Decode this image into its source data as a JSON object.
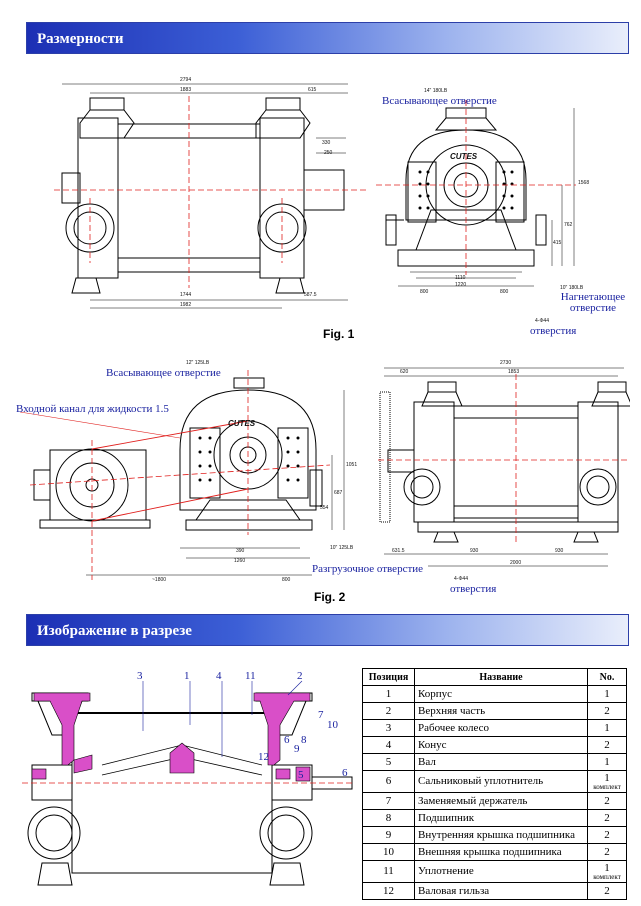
{
  "sections": {
    "dimensions_title": "Размерности",
    "section_view_title": "Изображение в разрезе"
  },
  "figures": {
    "fig1": "Fig. 1",
    "fig2": "Fig. 2"
  },
  "fig1": {
    "suction_size": "14\" 180LB",
    "suction_label": "Всасывающее отверстие",
    "discharge_size": "10\" 180LB",
    "discharge_label": "Нагнетающее отверстие",
    "holes_size": "4-Φ44",
    "holes_label": "отверстия",
    "brand": "CUTES",
    "dim_top_overall": "2794",
    "dim_top_inner": "1883",
    "dim_top_right": "615",
    "dim_shaft1": "330",
    "dim_shaft2": "250",
    "dim_bottom1": "1744",
    "dim_bottom2": "587.5",
    "dim_bottom3": "1982",
    "dim_side_1110": "1110",
    "dim_side_1220": "1220",
    "dim_side_800a": "800",
    "dim_side_800b": "800",
    "dim_height": "1568",
    "dim_762": "762",
    "dim_415": "415"
  },
  "fig2": {
    "suction_size": "12\" 125LB",
    "suction_label": "Всасывающее отверстие",
    "inlet_label": "Входной канал для жидкости 1.5",
    "drain_size": "10\" 125LB",
    "drain_label": "Разгрузочное отверстие",
    "holes_size": "4-Φ44",
    "holes_label": "отверстия",
    "brand": "CUTES",
    "dim_top_overall": "2730",
    "dim_top_left": "620",
    "dim_top_inner": "1853",
    "dim_390": "390",
    "dim_1260": "1260",
    "dim_1800": "~1800",
    "dim_800": "800",
    "dim_631": "631.5",
    "dim_930a": "930",
    "dim_930b": "930",
    "dim_2000": "2000",
    "dim_1051": "1051",
    "dim_687": "687",
    "dim_554": "554"
  },
  "section_callouts": [
    "3",
    "1",
    "4",
    "11",
    "2",
    "7",
    "10",
    "12",
    "6",
    "9",
    "8",
    "6",
    "5"
  ],
  "parts_table": {
    "headers": [
      "Позиция",
      "Название",
      "No."
    ],
    "rows": [
      {
        "pos": "1",
        "name": "Корпус",
        "qty": "1",
        "unit": ""
      },
      {
        "pos": "2",
        "name": "Верхняя часть",
        "qty": "2",
        "unit": ""
      },
      {
        "pos": "3",
        "name": "Рабочее колесо",
        "qty": "1",
        "unit": ""
      },
      {
        "pos": "4",
        "name": "Конус",
        "qty": "2",
        "unit": ""
      },
      {
        "pos": "5",
        "name": "Вал",
        "qty": "1",
        "unit": ""
      },
      {
        "pos": "6",
        "name": "Сальниковый уплотнитель",
        "qty": "1",
        "unit": "комплект"
      },
      {
        "pos": "7",
        "name": "Заменяемый держатель",
        "qty": "2",
        "unit": ""
      },
      {
        "pos": "8",
        "name": "Подшипник",
        "qty": "2",
        "unit": ""
      },
      {
        "pos": "9",
        "name": "Внутренняя крышка подшипника",
        "qty": "2",
        "unit": ""
      },
      {
        "pos": "10",
        "name": "Внешняя крышка подшипника",
        "qty": "2",
        "unit": ""
      },
      {
        "pos": "11",
        "name": "Уплотнение",
        "qty": "1",
        "unit": "комплект"
      },
      {
        "pos": "12",
        "name": "Валовая гильза",
        "qty": "2",
        "unit": ""
      }
    ]
  },
  "colors": {
    "banner_start": "#1c2fb4",
    "banner_end": "#e9eefb",
    "callout_text": "#1a22a0",
    "centerline": "#e0201e",
    "section_fill": "#d94fc8"
  }
}
